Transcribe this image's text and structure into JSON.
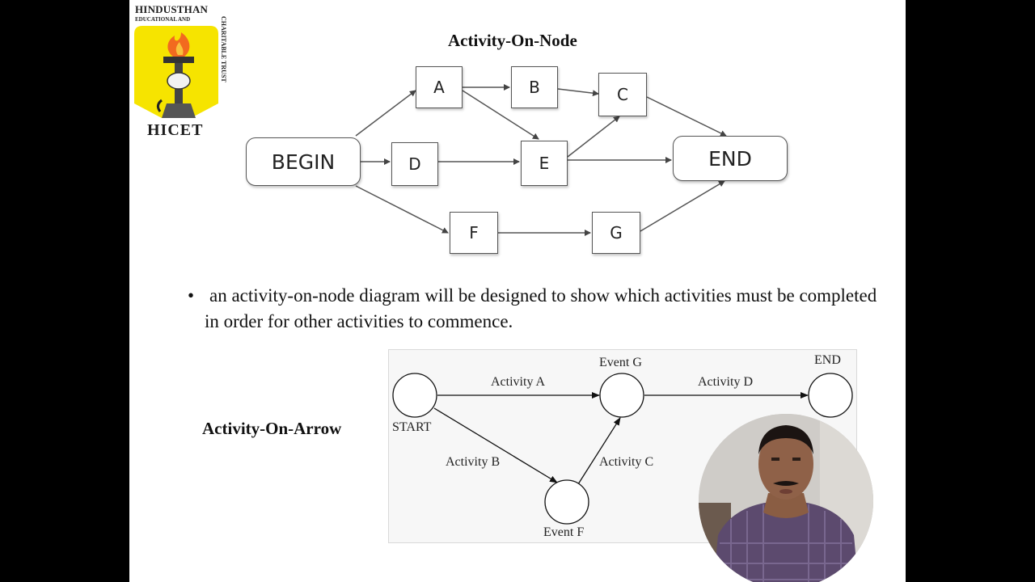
{
  "logo": {
    "name": "HINDUSTHAN",
    "subline": "EDUCATIONAL AND",
    "trust": "CHARITABLE TRUST",
    "abbr": "HICET"
  },
  "slide": {
    "aon_title": "Activity-On-Node",
    "bullet_symbol": "•",
    "bullet_text": "an activity-on-node diagram will be designed to show which activities must be completed in order for other activities to commence.",
    "aoa_title": "Activity-On-Arrow"
  },
  "aon": {
    "nodes": {
      "begin": "BEGIN",
      "a": "A",
      "b": "B",
      "c": "C",
      "d": "D",
      "e": "E",
      "f": "F",
      "g": "G",
      "end": "END"
    }
  },
  "aoa": {
    "events": {
      "start": "START",
      "g": "Event G",
      "f": "Event F",
      "end": "END"
    },
    "activities": {
      "a": "Activity A",
      "b": "Activity B",
      "c": "Activity C",
      "d": "Activity D"
    }
  },
  "colors": {
    "slide_bg": "#ffffff",
    "letterbox": "#000000",
    "logo_yellow": "#f6e400",
    "logo_flame": "#f26a1f"
  },
  "webcam": {
    "icon": "presenter-video"
  }
}
